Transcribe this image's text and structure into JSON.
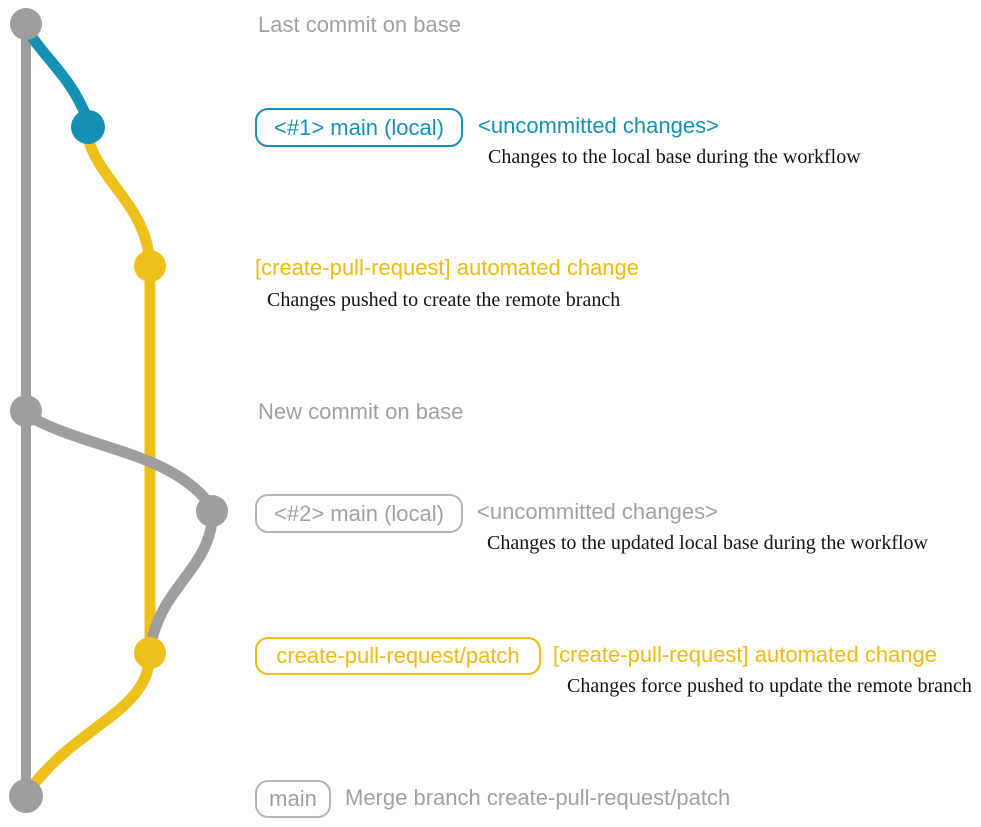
{
  "colors": {
    "background": "#ffffff",
    "graph_gray": "#9e9e9e",
    "graph_blue": "#1591b6",
    "graph_yellow": "#eec01b",
    "label_gray": "#a1a1a1",
    "label_blue": "#1591b6",
    "label_yellow": "#f0ba10",
    "badge_border_gray": "#b5b5b5",
    "caption_black": "#131313"
  },
  "graph": {
    "branches": [
      {
        "name": "base",
        "color": "gray"
      },
      {
        "name": "main-local",
        "color": "blue"
      },
      {
        "name": "create-pull-request-patch",
        "color": "yellow"
      }
    ],
    "commits": [
      {
        "id": "last-commit-on-base",
        "branch": "base",
        "color": "gray"
      },
      {
        "id": "uncommitted-changes-1",
        "branch": "main-local",
        "color": "blue"
      },
      {
        "id": "automated-change-1",
        "branch": "create-pull-request-patch",
        "color": "yellow"
      },
      {
        "id": "new-commit-on-base",
        "branch": "base",
        "color": "gray"
      },
      {
        "id": "uncommitted-changes-2",
        "branch": "main-local",
        "color": "gray"
      },
      {
        "id": "automated-change-2",
        "branch": "create-pull-request-patch",
        "color": "yellow"
      },
      {
        "id": "merge-commit",
        "branch": "base",
        "color": "gray"
      }
    ]
  },
  "annotations": {
    "last_commit": "Last commit on base",
    "new_commit": "New commit on base",
    "row1": {
      "badge": "<#1> main (local)",
      "label": "<uncommitted changes>",
      "caption": "Changes to the local base during the workflow"
    },
    "row2": {
      "label": "[create-pull-request] automated change",
      "caption": "Changes pushed to create the remote branch"
    },
    "row3": {
      "badge": "<#2> main (local)",
      "label": "<uncommitted changes>",
      "caption": "Changes to the updated local base during the workflow"
    },
    "row4": {
      "badge": "create-pull-request/patch",
      "label": "[create-pull-request] automated change",
      "caption": "Changes force pushed to update the remote branch"
    },
    "row5": {
      "badge": "main",
      "label": "Merge branch create-pull-request/patch"
    }
  }
}
